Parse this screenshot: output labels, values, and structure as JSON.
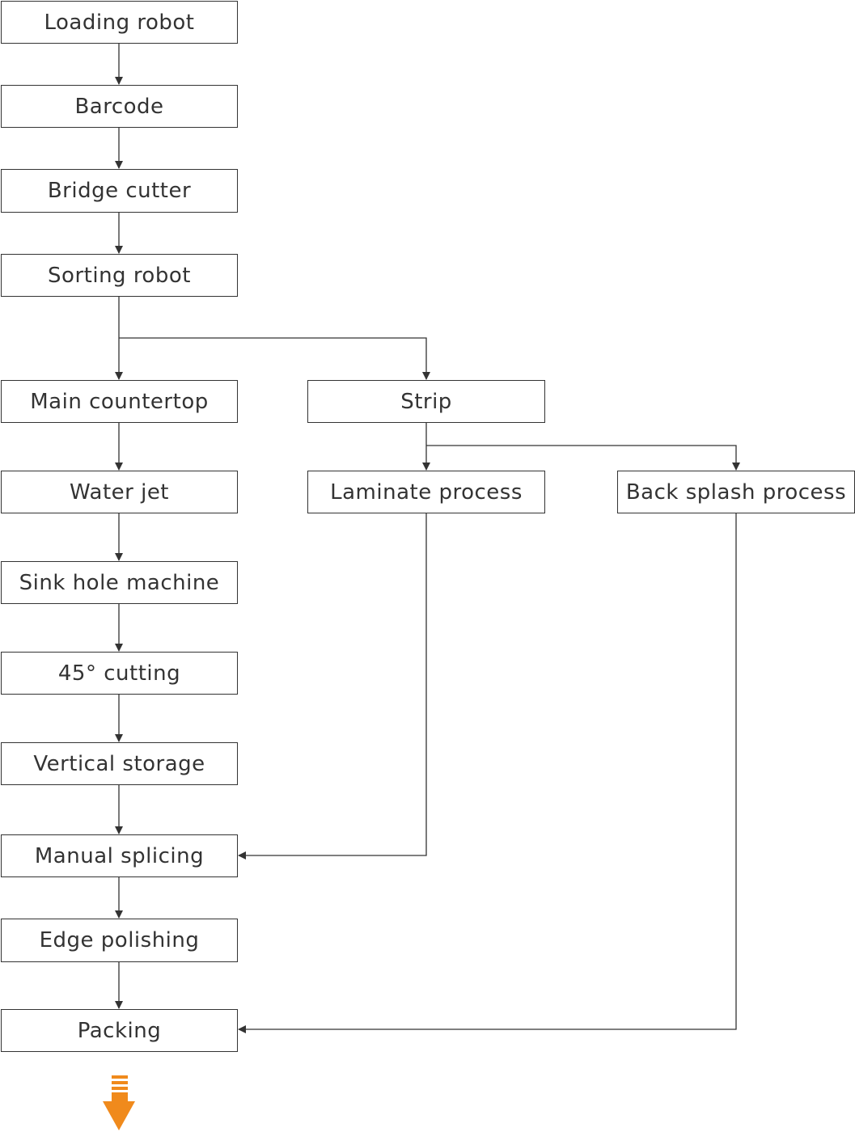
{
  "diagram": {
    "nodes": {
      "loading_robot": "Loading robot",
      "barcode": "Barcode",
      "bridge_cutter": "Bridge cutter",
      "sorting_robot": "Sorting robot",
      "main_countertop": "Main countertop",
      "strip": "Strip",
      "water_jet": "Water jet",
      "laminate_process": "Laminate process",
      "back_splash_process": "Back splash process",
      "sink_hole_machine": "Sink hole machine",
      "cutting_45": "45° cutting",
      "vertical_storage": "Vertical storage",
      "manual_splicing": "Manual splicing",
      "edge_polishing": "Edge polishing",
      "packing": "Packing"
    },
    "edges": [
      [
        "loading_robot",
        "barcode"
      ],
      [
        "barcode",
        "bridge_cutter"
      ],
      [
        "bridge_cutter",
        "sorting_robot"
      ],
      [
        "sorting_robot",
        "main_countertop"
      ],
      [
        "sorting_robot",
        "strip"
      ],
      [
        "main_countertop",
        "water_jet"
      ],
      [
        "strip",
        "laminate_process"
      ],
      [
        "strip",
        "back_splash_process"
      ],
      [
        "water_jet",
        "sink_hole_machine"
      ],
      [
        "sink_hole_machine",
        "cutting_45"
      ],
      [
        "cutting_45",
        "vertical_storage"
      ],
      [
        "vertical_storage",
        "manual_splicing"
      ],
      [
        "laminate_process",
        "manual_splicing"
      ],
      [
        "manual_splicing",
        "edge_polishing"
      ],
      [
        "edge_polishing",
        "packing"
      ],
      [
        "back_splash_process",
        "packing"
      ]
    ],
    "colors": {
      "line": "#333333",
      "continue_arrow": "#f08a1c"
    },
    "continue_icon": "down-arrow-icon"
  }
}
